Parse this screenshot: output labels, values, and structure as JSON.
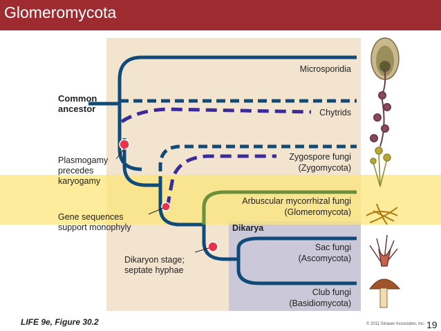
{
  "slide": {
    "title": "Glomeromycota",
    "page_number": "19"
  },
  "tree": {
    "taxa": [
      {
        "line1": "Microsporidia",
        "line2": ""
      },
      {
        "line1": "Chytrids",
        "line2": ""
      },
      {
        "line1": "Zygospore fungi",
        "line2": "(Zygomycota)"
      },
      {
        "line1": "Arbuscular mycorrhizal fungi",
        "line2": "(Glomeromycota)"
      },
      {
        "line1": "Sac fungi",
        "line2": "(Ascomycota)"
      },
      {
        "line1": "Club fungi",
        "line2": "(Basidiomycota)"
      }
    ],
    "common_ancestor": {
      "line1": "Common",
      "line2": "ancestor"
    },
    "dikarya_label": "Dikarya",
    "annotations": {
      "plasmogamy": {
        "line1": "Plasmogamy",
        "line2": "precedes",
        "line3": "karyogamy"
      },
      "gene_sequences": {
        "line1": "Gene sequences",
        "line2": "support monophyly"
      },
      "dikaryon": {
        "line1": "Dikaryon stage;",
        "line2": "septate hyphae"
      }
    }
  },
  "footer": {
    "figure": "LIFE 9e, Figure 30.2",
    "copyright": "© 2011 Sinauer Associates, Inc."
  },
  "colors": {
    "title_bar": "#9e2b30",
    "branch": "#0f4a78",
    "dashed_overlay": "#3a2a9a",
    "node": "#e8334a",
    "background_panel": "#f3e4cf",
    "dikarya_box": "#cbc8d9",
    "highlight_band": "#fbe57a",
    "glomeromycota_branch": "#6b8f3a"
  }
}
